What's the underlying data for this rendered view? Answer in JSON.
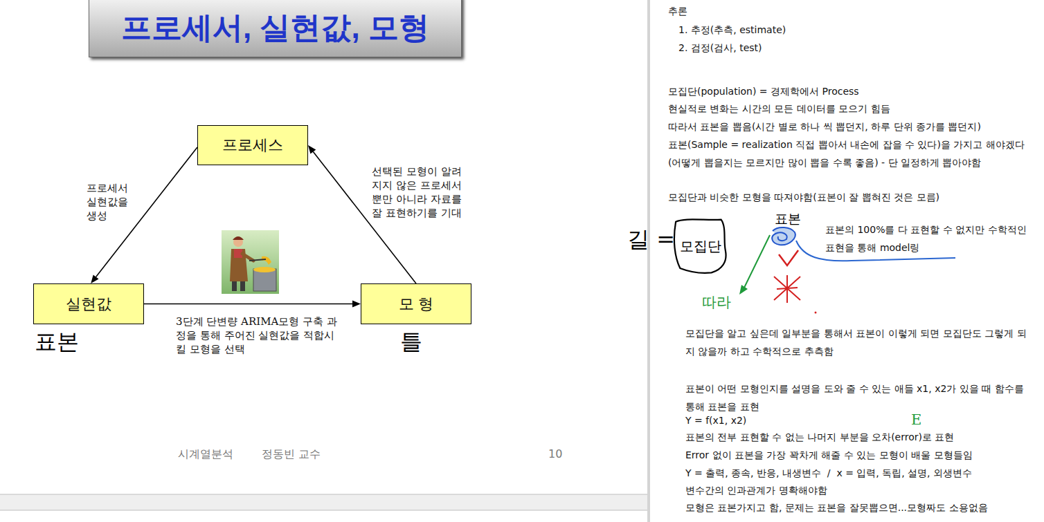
{
  "diagram": {
    "title": "프로세서, 실현값, 모형",
    "nodes": [
      {
        "text": [
          "프로세스"
        ]
      },
      {
        "text": [
          "실현값"
        ]
      },
      {
        "text": [
          "모 형"
        ]
      },
      {
        "text": [
          "모집단"
        ]
      }
    ],
    "edges": [
      {
        "from": 0,
        "to": 1,
        "arrow": "to",
        "label": "프로세서 실현값을 생성"
      },
      {
        "from": 1,
        "to": 2,
        "arrow": "to",
        "label": "3단계 단변량 ARIMA모형 구축 과정을 통해 주어진 실현값을 적합시킬 모형을 선택"
      },
      {
        "from": 2,
        "to": 0,
        "arrow": "to",
        "label": "선택된 모형이 알려 지지 않은 프로세서 뿐만 아니라 자료를 잘 표현하기를 기대"
      }
    ],
    "labels": [
      "표본",
      "틀",
      "시계열분석",
      "정동빈 교수",
      "10",
      "추론",
      "1. 추정(추측, estimate)",
      "2. 검정(검사, test)",
      "모집단(population) = 경제학에서 Process",
      "현실적로 변화는 시간의 모든 데이터를 모으기 힘듬",
      "따라서 표본을 뽑음(시간 별로 하나 씩 뽑던지, 하루 단위 종가를 뽑던지)",
      "표본(Sample = realization 직접 뽑아서 내손에 잡을 수 있다)을 가지고 해야겠다(어떻게 뽑을지는 모르지만 많이 뽑을 수록 좋음) - 단 일정하게 뽑아야함",
      "모집단과 비슷한 모형을 따져야함(표본이 잘 뽑혀진 것은 모름)",
      "길 =",
      "표본",
      "표본의 100%를 다 표현할 수 없지만 수학적인 표현을 통해 model링",
      "따라",
      "모집단을 알고 싶은데 일부분을 통해서 표본이 이렇게 되면 모집단도 그렇게 되지 않을까 하고 수학적으로 추측함",
      "표본이 어떤 모형인지를 설명을 도와 줄 수 있는 애들 x1, x2가 있을 때 함수를 통해 표본을 표현",
      "Y = f(x1, x2)",
      "E",
      "표본의 전부 표현할 수 없는 나머지 부분을 오차(error)로 표현",
      "Error 없이 표본을 가장 꽉차게 해줄 수 있는 모형이 배울 모형들임",
      "Y = 출력, 종속, 반응, 내생변수  /  x = 입력, 독립, 설명, 외생변수",
      "변수간의 인과관계가 명확해야함",
      "모형은 표본가지고 함, 문제는 표본을 잘못뽑으면...모형짜도 소용없음"
    ]
  }
}
